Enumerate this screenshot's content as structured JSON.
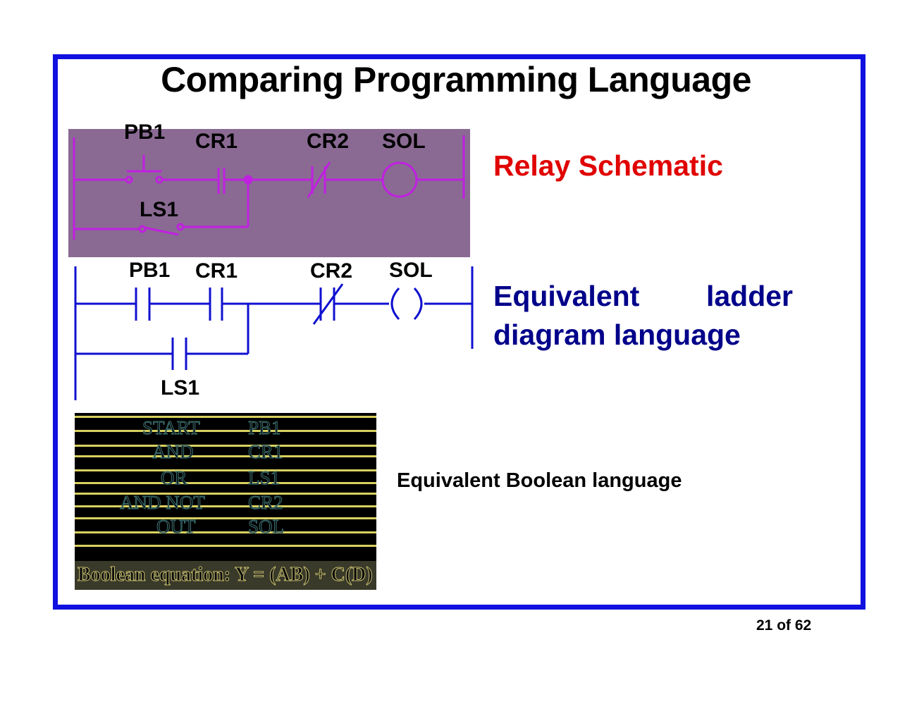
{
  "slide": {
    "title": "Comparing Programming Language",
    "page_number": "21 of 62"
  },
  "relay": {
    "caption": "Relay Schematic",
    "labels": {
      "pb1": "PB1",
      "cr1": "CR1",
      "cr2": "CR2",
      "sol": "SOL",
      "ls1": "LS1"
    }
  },
  "ladder": {
    "caption_line1_a": "Equivalent",
    "caption_line1_b": "ladder",
    "caption_line2": "diagram language",
    "labels": {
      "pb1": "PB1",
      "cr1": "CR1",
      "cr2": "CR2",
      "sol": "SOL",
      "ls1": "LS1"
    }
  },
  "boolean": {
    "caption": "Equivalent Boolean language",
    "rows": [
      {
        "op": "START",
        "arg": "PB1"
      },
      {
        "op": "AND",
        "arg": "CR1"
      },
      {
        "op": "OR",
        "arg": "LS1"
      },
      {
        "op": "AND NOT",
        "arg": "CR2"
      },
      {
        "op": "OUT",
        "arg": "SOL"
      }
    ],
    "equation": "Boolean equation: Y = (AB) + C(D)"
  },
  "colors": {
    "frame": "#1010e0",
    "relay_caption": "#e00000",
    "ladder_caption": "#00008a",
    "relay_background": "#8a6a93",
    "relay_wire": "#c020e0",
    "ladder_wire": "#1010d0"
  }
}
